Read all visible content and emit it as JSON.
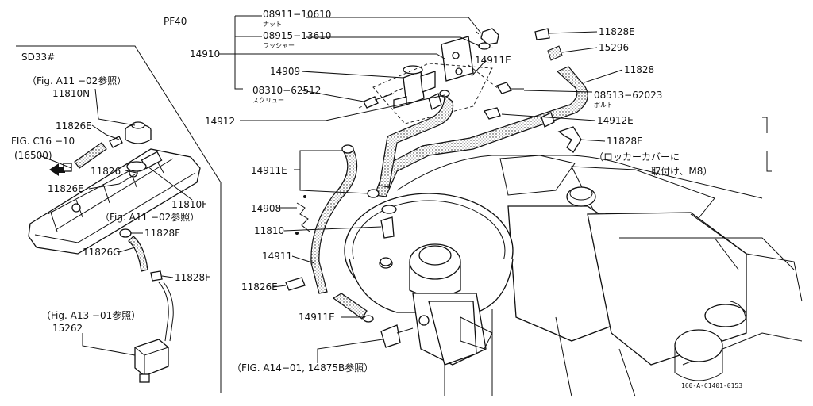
{
  "model_code": "PF40",
  "variant": "SD33#",
  "doc_number": "160-A-C1401-0153",
  "labels": {
    "p08911": "08911−10610",
    "p08911_sub": "ナット",
    "p08915": "08915−13610",
    "p08915_sub": "ワッシャー",
    "p14910": "14910",
    "p14909": "14909",
    "p14911e_top": "14911E",
    "p08310": "08310−62512",
    "p08310_sub": "スクリュー",
    "p14912": "14912",
    "p14911e_mid": "14911E",
    "p14908": "14908",
    "p11810": "11810",
    "p14911": "14911",
    "p11826e_low": "11826E",
    "p14911e_low": "14911E",
    "ref_a14": "（FIG. A14−01, 14875B参照）",
    "p11828e": "11828E",
    "p15296": "15296",
    "p11828": "11828",
    "p08513": "08513−62023",
    "p08513_sub": "ボルト",
    "p14912e": "14912E",
    "p11828f_right": "11828F",
    "note_rocker": "（ロッカーカバーに",
    "note_m8": "取付け、M8）",
    "ref_a11_top": "（Fig. A11 −02参照）",
    "p11810n": "11810N",
    "p11826e_left_top": "11826E",
    "fig_c16": "FIG. C16 −10",
    "p16500": "(16500)",
    "p11826": "11826",
    "p11826e_left": "11826E",
    "p11810f": "11810F",
    "ref_a11_mid": "（Fig. A11 −02参照）",
    "p11828f_left": "11828F",
    "p11826g": "11826G",
    "p11828f_left2": "11828F",
    "ref_a13": "（Fig. A13 −01参照）",
    "p15262": "15262"
  }
}
